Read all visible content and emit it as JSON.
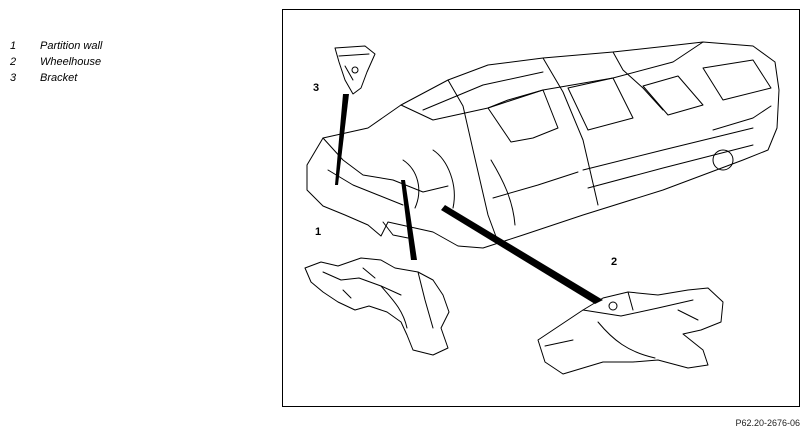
{
  "legend": [
    {
      "num": "1",
      "label": "Partition wall"
    },
    {
      "num": "2",
      "label": "Wheelhouse"
    },
    {
      "num": "3",
      "label": "Bracket"
    }
  ],
  "callouts": {
    "c1": "1",
    "c2": "2",
    "c3": "3"
  },
  "figure_code": "P62.20-2676-06",
  "icons": [
    "car-body-shell",
    "partition-wall-part",
    "wheelhouse-part",
    "bracket-part"
  ]
}
